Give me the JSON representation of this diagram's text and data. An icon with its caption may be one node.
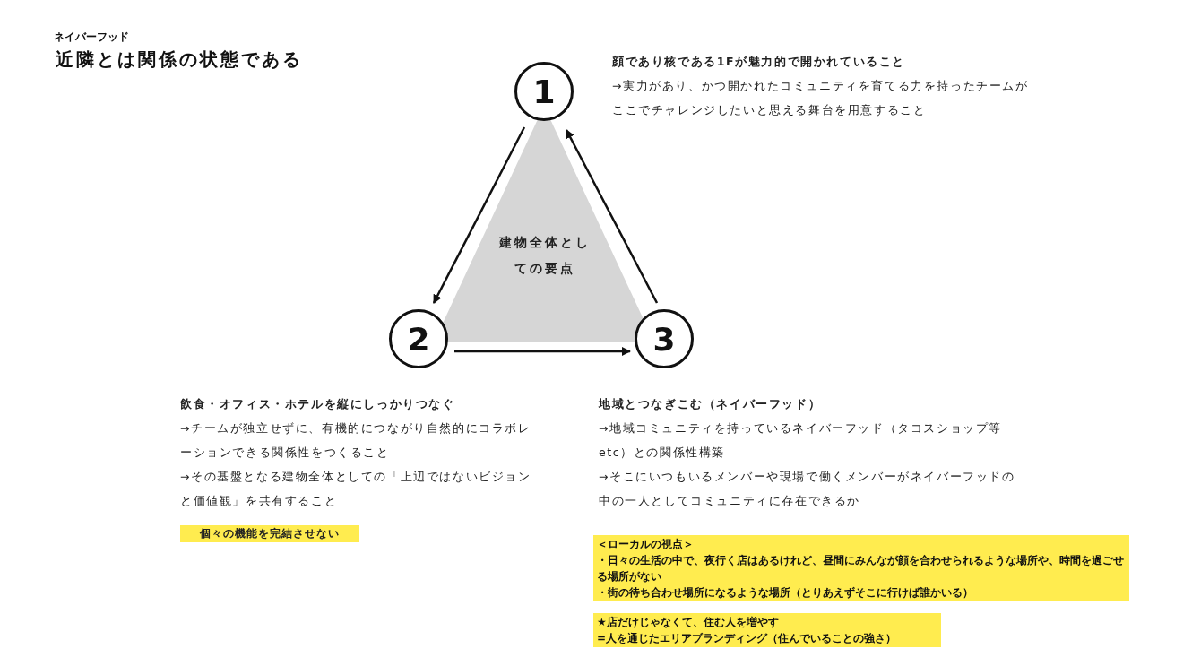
{
  "diagram": {
    "title": "近隣とは関係の状態である",
    "nodes": [
      {
        "text": [
          "建物全体としての要点"
        ]
      },
      {
        "text": [
          "1"
        ],
        "beside": [
          "顔であり核である1Fが魅力的で開かれていること"
        ]
      },
      {
        "text": [
          "2"
        ],
        "beside": [
          "飲食・オフィス・ホテルを縦にしっかりつなぐ",
          "→チームが独立せずに、有機的につながり自然的にコラボレーションできる関係性をつくること",
          "→その基盤となる建物全体としての「上辺ではないビジョンと価値観」を共有すること"
        ]
      },
      {
        "text": [
          "3"
        ],
        "beside": [
          "地域とつなぎこむ（ネイバーフッド）",
          "→地域コミュニティを持っているネイバーフッド（タコスショップ等etc）との関係性構築",
          "→そこにいつもいるメンバーや現場で働くメンバーがネイバーフッドの中の一人としてコミュニティに存在できるか"
        ]
      }
    ],
    "edges": [
      {
        "from": 1,
        "to": 2,
        "arrow": "to"
      },
      {
        "from": 2,
        "to": 3,
        "arrow": "to"
      },
      {
        "from": 3,
        "to": 1,
        "arrow": "to"
      }
    ],
    "labels": [
      "ネイバーフッド",
      "→実力があり、かつ開かれたコミュニティを育てる力を持ったチームがここでチャレンジしたいと思える舞台を用意すること",
      "個々の機能を完結させない",
      "＜ローカルの視点＞",
      "・日々の生活の中で、夜行く店はあるけれど、昼間にみんなが顔を合わせられるような場所や、時間を過ごせる場所がない",
      "・街の待ち合わせ場所になるような場所（とりあえずそこに行けば誰かいる）",
      "★店だけじゃなくて、住む人を増やす",
      "=人を通じたエリアブランディング（住んでいることの強さ）"
    ]
  }
}
